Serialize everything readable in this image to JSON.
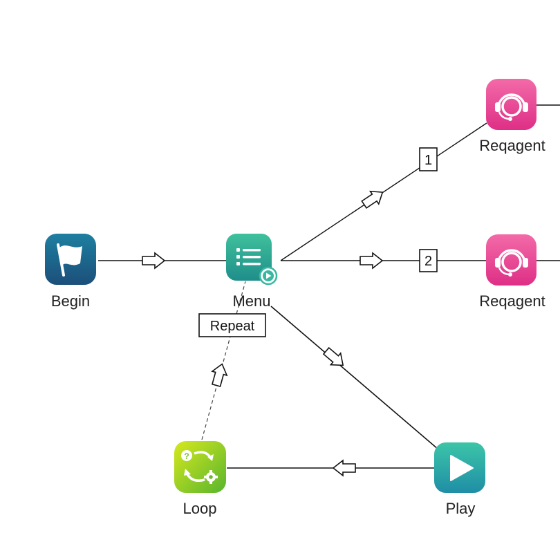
{
  "nodes": {
    "begin": {
      "label": "Begin",
      "icon": "flag-icon",
      "color_top": "#1e7fa0",
      "color_bottom": "#1b4f7a"
    },
    "menu": {
      "label": "Menu",
      "icon": "list-icon",
      "badge": "play-badge-icon",
      "color_top": "#3fc19c",
      "color_bottom": "#1f8e8a"
    },
    "reqagent1": {
      "label": "Reqagent",
      "icon": "headset-icon",
      "color_top": "#f36aa8",
      "color_bottom": "#de2f86"
    },
    "reqagent2": {
      "label": "Reqagent",
      "icon": "headset-icon",
      "color_top": "#f36aa8",
      "color_bottom": "#de2f86"
    },
    "loop": {
      "label": "Loop",
      "icon": "loop-cycle-icon",
      "color_top": "#d6e81e",
      "color_bottom": "#58b52e"
    },
    "play": {
      "label": "Play",
      "icon": "play-icon",
      "color_top": "#3cc5a8",
      "color_bottom": "#1f8ea6"
    }
  },
  "edges": {
    "menu_to_reqagent1": {
      "label": "1"
    },
    "menu_to_reqagent2": {
      "label": "2"
    },
    "loop_to_menu": {
      "label": "Repeat"
    }
  }
}
